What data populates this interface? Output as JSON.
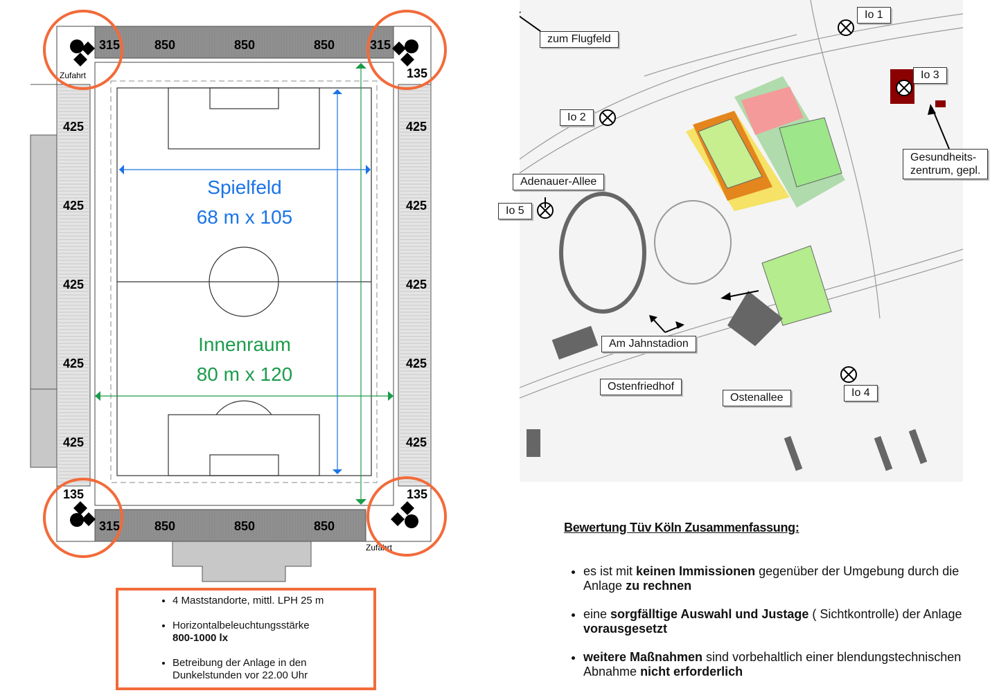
{
  "plan": {
    "corner_315": [
      "315",
      "315",
      "315"
    ],
    "corner_135": [
      "135",
      "135",
      "135"
    ],
    "stand_850": [
      "850",
      "850",
      "850",
      "850",
      "850",
      "850"
    ],
    "stand_425": [
      "425",
      "425",
      "425",
      "425",
      "425",
      "425",
      "425",
      "425",
      "425",
      "425"
    ],
    "zufahrt": [
      "Zufahrt",
      "Zufahrt"
    ],
    "spielfeld_title": "Spielfeld",
    "spielfeld_size": "68 m x 105",
    "innenraum_title": "Innenraum",
    "innenraum_size": "80 m x 120",
    "colors": {
      "spielfeld": "#1a73e8",
      "innenraum": "#1a9c4a",
      "highlight": "#f26b3a"
    }
  },
  "info_box": {
    "bullets": [
      {
        "line1": "4 Maststandorte,  mittl.  LPH 25 m",
        "line2": ""
      },
      {
        "line1": "Horizontalbeleuchtungsstärke",
        "line2": "800-1000  lx"
      },
      {
        "line1": "Betreibung  der Anlage  in den",
        "line2": "Dunkelstunden  vor 22.00 Uhr"
      }
    ]
  },
  "map": {
    "labels": {
      "flugfeld": "zum Flugfeld",
      "io1": "Io 1",
      "io2": "Io 2",
      "io3": "Io 3",
      "io4": "Io 4",
      "io5": "Io 5",
      "adenauer": "Adenauer-Allee",
      "gesundheit1": "Gesundheits-",
      "gesundheit2": "zentrum, gepl.",
      "jahnstadion": "Am Jahnstadion",
      "ostenfriedhof": "Ostenfriedhof",
      "ostenallee": "Ostenallee"
    }
  },
  "summary": {
    "title": "Bewertung Tüv Köln Zusammenfassung:",
    "bullets": [
      [
        {
          "t": "es ist mit ",
          "b": false
        },
        {
          "t": "keinen Immissionen",
          "b": true
        },
        {
          "t": " gegenüber der Umgebung durch die Anlage ",
          "b": false
        },
        {
          "t": "zu rechnen",
          "b": true
        }
      ],
      [
        {
          "t": "eine ",
          "b": false
        },
        {
          "t": "sorgfälltige Auswahl und Justage",
          "b": true
        },
        {
          "t": " ( Sichtkontrolle) der Anlage ",
          "b": false
        },
        {
          "t": "vorausgesetzt",
          "b": true
        }
      ],
      [
        {
          "t": "weitere Maßnahmen",
          "b": true
        },
        {
          "t": " sind vorbehaltlich einer blendungstechnischen Abnahme ",
          "b": false
        },
        {
          "t": "nicht erforderlich",
          "b": true
        }
      ]
    ]
  }
}
